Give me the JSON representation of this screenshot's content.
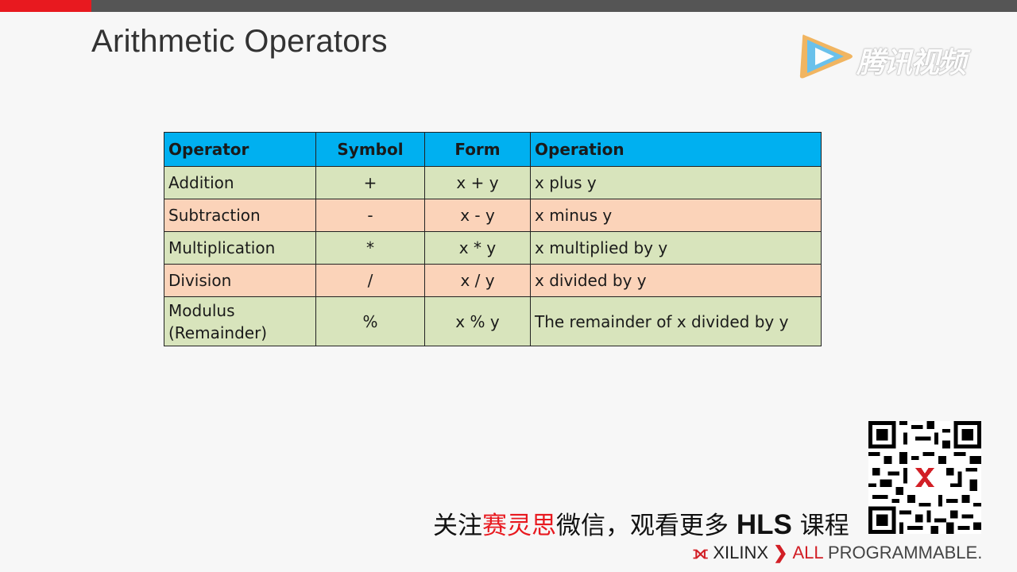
{
  "slide": {
    "title": "Arithmetic Operators"
  },
  "watermark": {
    "text": "腾讯视频",
    "icon": "tencent-video-play-icon"
  },
  "table": {
    "headers": [
      "Operator",
      "Symbol",
      "Form",
      "Operation"
    ],
    "rows": [
      {
        "operator": "Addition",
        "symbol": "+",
        "form": "x + y",
        "operation": "x plus y"
      },
      {
        "operator": "Subtraction",
        "symbol": "-",
        "form": "x - y",
        "operation": "x minus y"
      },
      {
        "operator": "Multiplication",
        "symbol": "*",
        "form": "x * y",
        "operation": "x multiplied by y"
      },
      {
        "operator": "Division",
        "symbol": "/",
        "form": "x / y",
        "operation": "x divided by y"
      },
      {
        "operator_line1": "Modulus",
        "operator_line2": "(Remainder)",
        "symbol": "%",
        "form": "x % y",
        "operation": "The remainder of x divided by y"
      }
    ],
    "colors": {
      "header": "#00b0f0",
      "row_green": "#d8e4bc",
      "row_orange": "#fbd3b9"
    }
  },
  "promo": {
    "part1": "关注",
    "part2": "赛灵思",
    "part3": "微信，观看更多 ",
    "part4": "HLS",
    "part5": " 课程"
  },
  "footer": {
    "logo_mark": "⟗",
    "brand": "XILINX",
    "arrow": "❯",
    "all": "ALL",
    "programmable": " PROGRAMMABLE",
    "trademark": "."
  },
  "qr": {
    "icon": "qr-code-icon"
  },
  "accent_colors": {
    "red": "#e8191f",
    "topbar": "#555555"
  }
}
